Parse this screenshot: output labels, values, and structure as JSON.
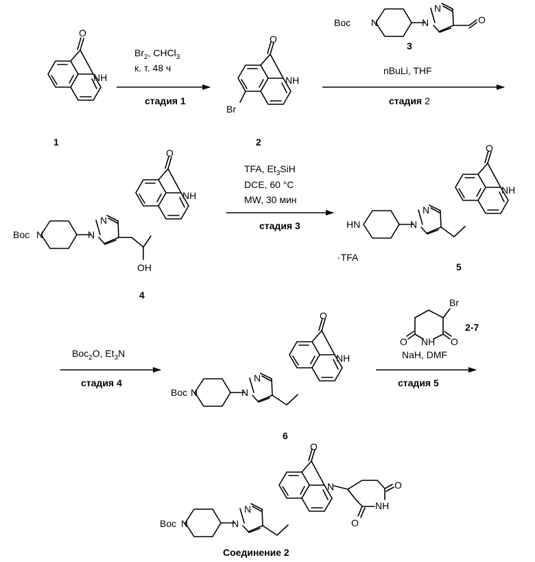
{
  "compounds": {
    "c1": "1",
    "c2": "2",
    "c3": "3",
    "c4": "4",
    "c5": "5",
    "c6": "6",
    "c27": "2-7",
    "final": "Соединение 2"
  },
  "atoms": {
    "nh": "NH",
    "n": "N",
    "o": "O",
    "br": "Br",
    "oh": "OH",
    "hn": "HN",
    "boc": "Boc",
    "tfa": "·TFA"
  },
  "steps": {
    "s1": {
      "line1_main": "Br",
      "line1_sub": "2",
      "line1_rest": ", CHCl",
      "line1_sub2": "3",
      "line2": "к. т. 48 ч",
      "stage": "стадия 1"
    },
    "s2": {
      "line1": "nBuLi, THF",
      "stage_bold": "стадия",
      "stage_num": " 2"
    },
    "s3": {
      "line1_a": "TFA, Et",
      "line1_sub": "3",
      "line1_b": "SiH",
      "line2": "DCE, 60 °C",
      "line3": "MW, 30 мин",
      "stage": "стадия 3"
    },
    "s4": {
      "line1_a": "Boc",
      "line1_sub": "2",
      "line1_b": "O, Et",
      "line1_sub2": "3",
      "line1_c": "N",
      "stage": "стадия 4"
    },
    "s5": {
      "line1": "NaH, DMF",
      "stage": "стадия 5"
    }
  }
}
